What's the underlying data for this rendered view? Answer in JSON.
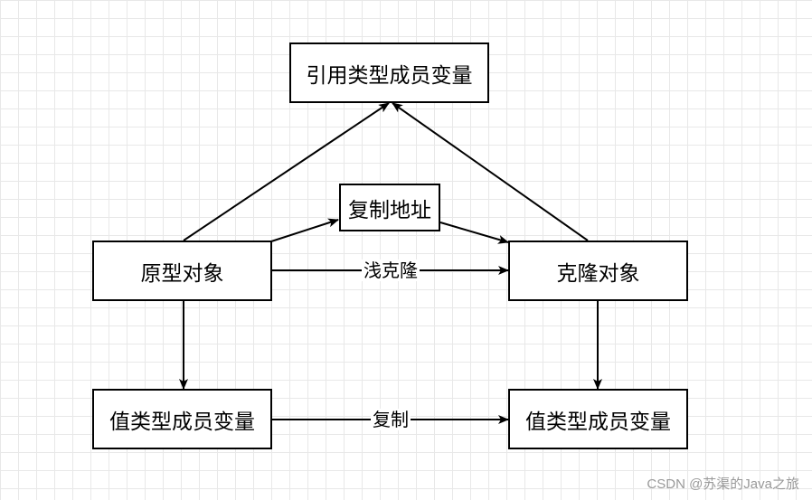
{
  "nodes": {
    "ref_member": "引用类型成员变量",
    "copy_address": "复制地址",
    "original": "原型对象",
    "clone": "克隆对象",
    "value_member_left": "值类型成员变量",
    "value_member_right": "值类型成员变量"
  },
  "edge_labels": {
    "shallow_clone": "浅克隆",
    "copy": "复制"
  },
  "watermark": "CSDN @苏渠的Java之旅"
}
